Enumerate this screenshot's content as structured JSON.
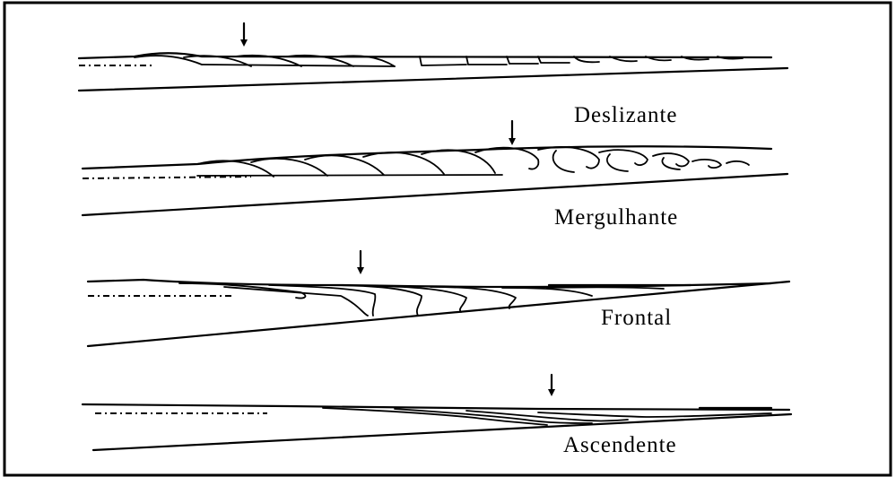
{
  "diagram": {
    "panels": [
      {
        "id": "deslizante",
        "label": "Deslizante"
      },
      {
        "id": "mergulhante",
        "label": "Mergulhante"
      },
      {
        "id": "frontal",
        "label": "Frontal"
      },
      {
        "id": "ascendente",
        "label": "Ascendente"
      }
    ]
  }
}
